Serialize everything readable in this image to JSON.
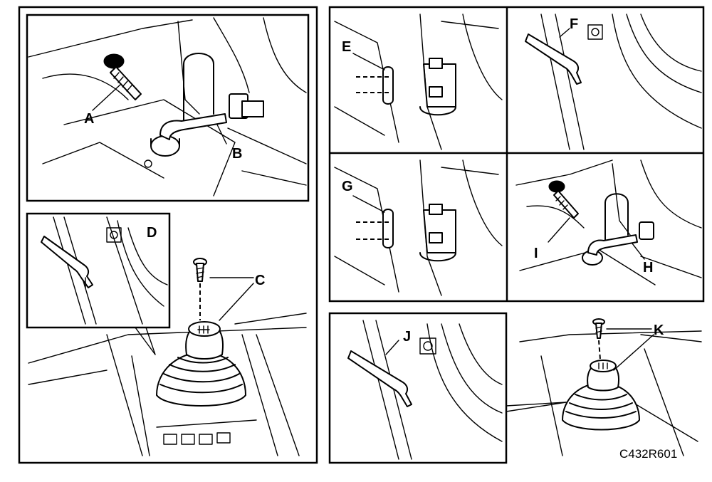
{
  "labels": {
    "A": "A",
    "B": "B",
    "C": "C",
    "D": "D",
    "E": "E",
    "F": "F",
    "G": "G",
    "H": "H",
    "I": "I",
    "J": "J",
    "K": "K"
  },
  "figure_code": "C432R601",
  "colors": {
    "ink": "#000000",
    "paper": "#ffffff"
  }
}
